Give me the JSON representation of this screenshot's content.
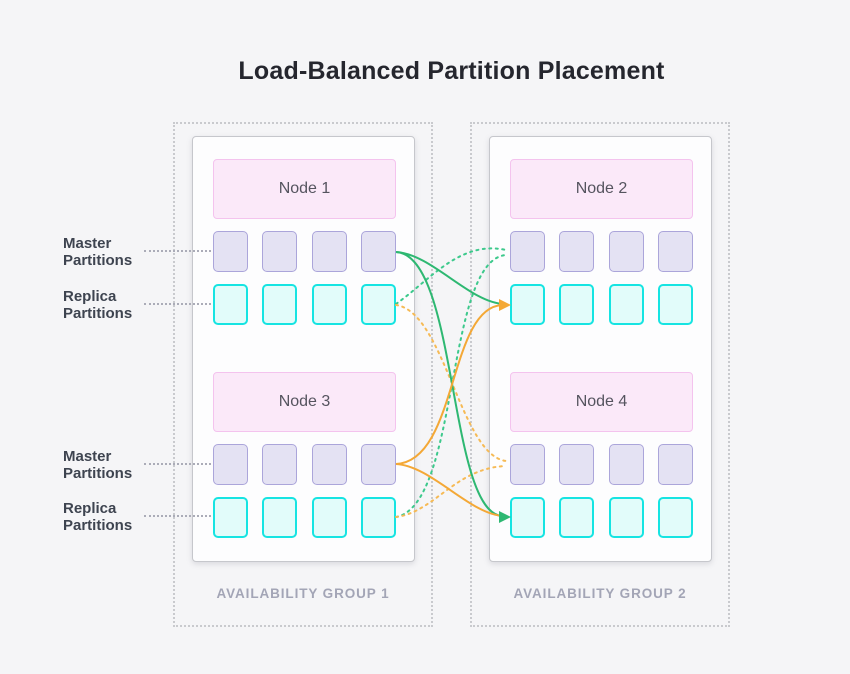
{
  "title": "Load-Balanced Partition Placement",
  "groups": [
    {
      "caption": "AVAILABILITY GROUP 1",
      "nodes": [
        {
          "label": "Node 1"
        },
        {
          "label": "Node 3"
        }
      ]
    },
    {
      "caption": "AVAILABILITY GROUP 2",
      "nodes": [
        {
          "label": "Node 2"
        },
        {
          "label": "Node 4"
        }
      ]
    }
  ],
  "side_labels": [
    {
      "text": "Master\nPartitions"
    },
    {
      "text": "Replica\nPartitions"
    },
    {
      "text": "Master\nPartitions"
    },
    {
      "text": "Replica\nPartitions"
    }
  ],
  "partitions_per_row": 4,
  "connections": [
    {
      "from": "node1-master",
      "to": "node2-replica",
      "color": "green",
      "style": "solid",
      "arrow": false
    },
    {
      "from": "node1-master",
      "to": "node4-replica",
      "color": "green",
      "style": "solid",
      "arrow": true
    },
    {
      "from": "node3-master",
      "to": "node2-replica",
      "color": "orange",
      "style": "solid",
      "arrow": true
    },
    {
      "from": "node3-master",
      "to": "node4-replica",
      "color": "orange",
      "style": "solid",
      "arrow": false
    },
    {
      "from": "node1-replica",
      "to": "node2-master",
      "color": "green",
      "style": "dotted",
      "arrow": false
    },
    {
      "from": "node3-replica",
      "to": "node2-master",
      "color": "green",
      "style": "dotted",
      "arrow": false
    },
    {
      "from": "node1-replica",
      "to": "node4-master",
      "color": "orange",
      "style": "dotted",
      "arrow": false
    },
    {
      "from": "node3-replica",
      "to": "node4-master",
      "color": "orange",
      "style": "dotted",
      "arrow": false
    }
  ],
  "colors": {
    "bg": "#f5f5f7",
    "title_text": "#25262e",
    "label_text": "#3e4450",
    "caption_text": "#a3a5b6",
    "node_text": "#55545f",
    "dashed_border": "#c9cace",
    "leader": "#abacb8",
    "node_fill": "#fbe9f9",
    "node_border": "#f4c3ee",
    "master_fill": "#e4e2f3",
    "master_border": "#aba5da",
    "replica_fill": "#e2fcfa",
    "replica_border": "#16e4e2",
    "green_solid": "#2eb872",
    "green_dotted": "#3dc98c",
    "orange_solid": "#f4a836",
    "orange_dotted": "#f6ba55"
  }
}
